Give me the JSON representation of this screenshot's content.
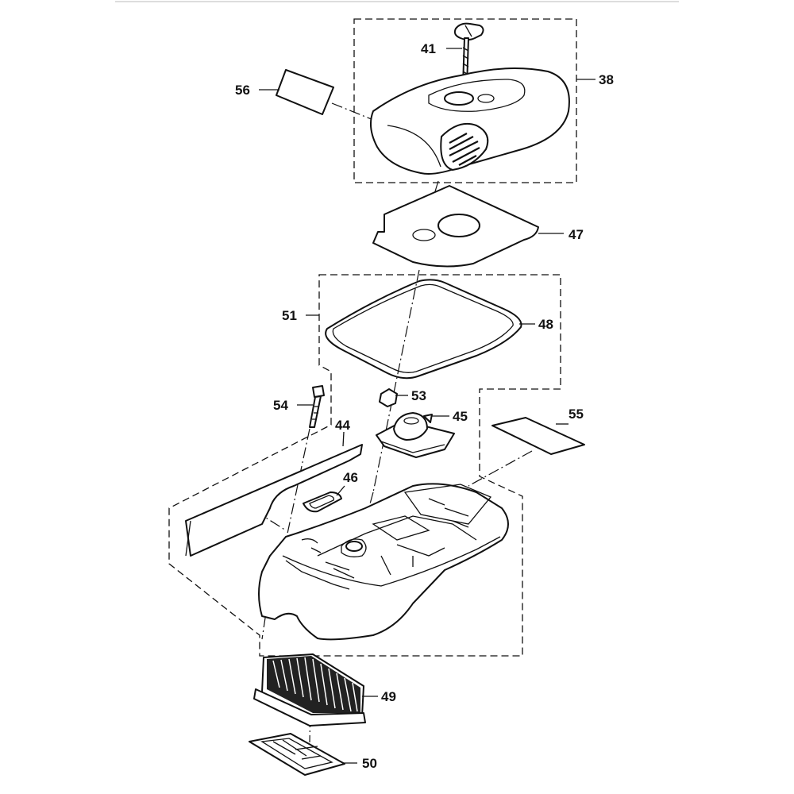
{
  "callouts": {
    "c38": "38",
    "c41": "41",
    "c44": "44",
    "c45": "45",
    "c46": "46",
    "c47": "47",
    "c48": "48",
    "c49": "49",
    "c50": "50",
    "c51": "51",
    "c53": "53",
    "c54": "54",
    "c55": "55",
    "c56": "56"
  }
}
